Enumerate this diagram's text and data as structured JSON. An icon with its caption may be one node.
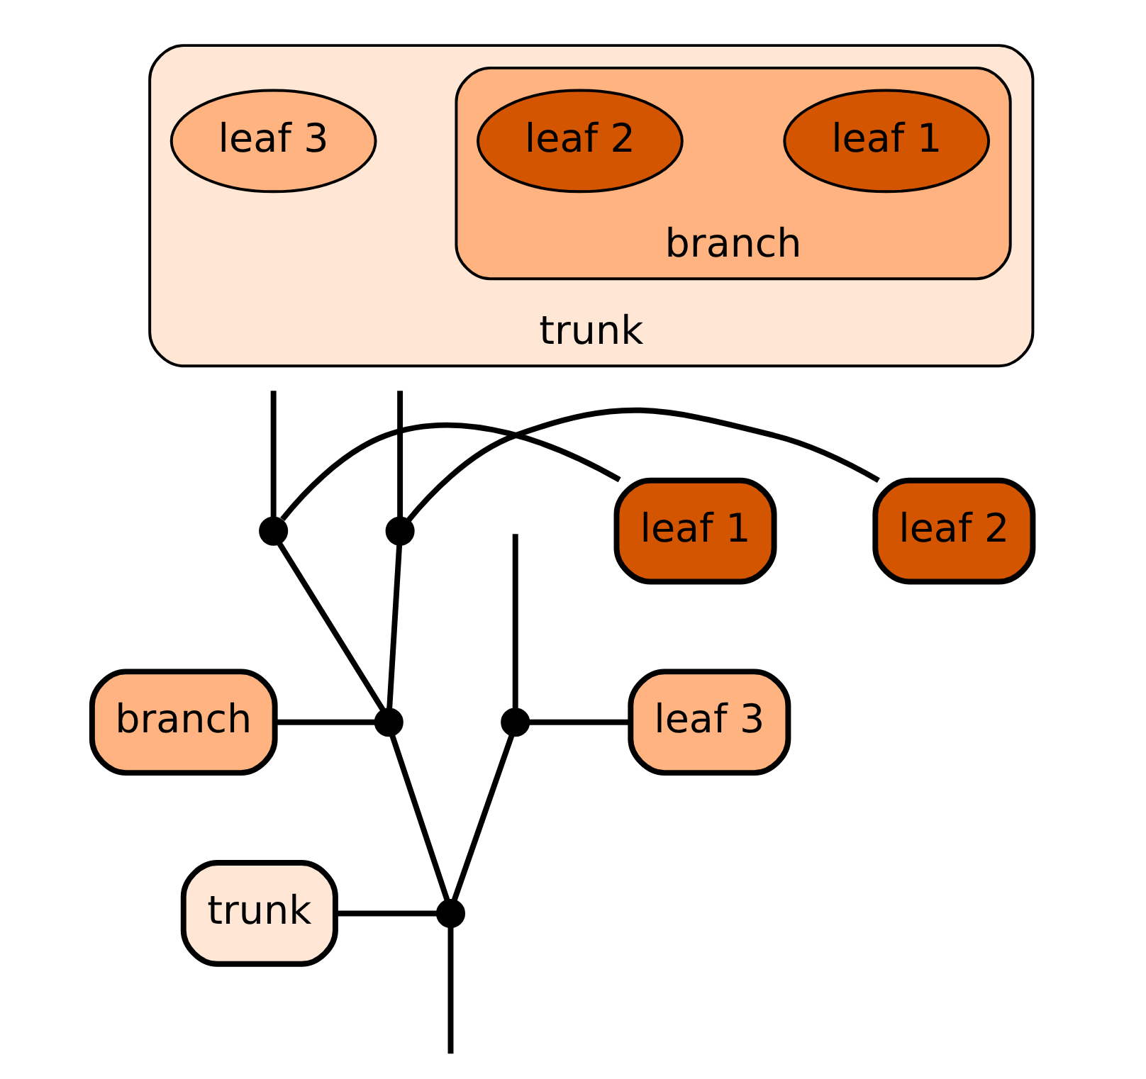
{
  "diagram": {
    "nodes": [
      {
        "text": [
          "trunk"
        ]
      },
      {
        "text": [
          "branch"
        ],
        "in": 0
      },
      {
        "text": [
          "leaf 1"
        ],
        "in": 1
      },
      {
        "text": [
          "leaf 2"
        ],
        "in": 1
      },
      {
        "text": [
          "leaf 3"
        ],
        "in": 0
      },
      {
        "text": [
          "leaf 1"
        ]
      },
      {
        "text": [],
        "shape": "circle"
      },
      {
        "text": [
          "leaf 2"
        ]
      },
      {
        "text": [],
        "shape": "circle"
      },
      {
        "text": [
          "branch"
        ]
      },
      {
        "text": [],
        "shape": "circle"
      },
      {
        "text": [
          "leaf 3"
        ]
      },
      {
        "text": [],
        "shape": "circle"
      },
      {
        "text": [
          "trunk"
        ]
      },
      {
        "text": [],
        "shape": "circle"
      }
    ],
    "edges": [
      {
        "from": null,
        "to": 6,
        "arrow": "none"
      },
      {
        "from": 5,
        "to": 6,
        "arrow": "none"
      },
      {
        "from": null,
        "to": 8,
        "arrow": "none"
      },
      {
        "from": 8,
        "to": 7,
        "arrow": "none"
      },
      {
        "from": 6,
        "to": 10,
        "arrow": "none"
      },
      {
        "from": 8,
        "to": 10,
        "arrow": "none"
      },
      {
        "from": 9,
        "to": 10,
        "arrow": "none"
      },
      {
        "from": null,
        "to": 12,
        "arrow": "none"
      },
      {
        "from": 12,
        "to": 11,
        "arrow": "none"
      },
      {
        "from": 10,
        "to": 14,
        "arrow": "none"
      },
      {
        "from": 12,
        "to": 14,
        "arrow": "none"
      },
      {
        "from": 13,
        "to": 14,
        "arrow": "none"
      },
      {
        "from": 14,
        "to": null,
        "arrow": "none"
      }
    ]
  }
}
